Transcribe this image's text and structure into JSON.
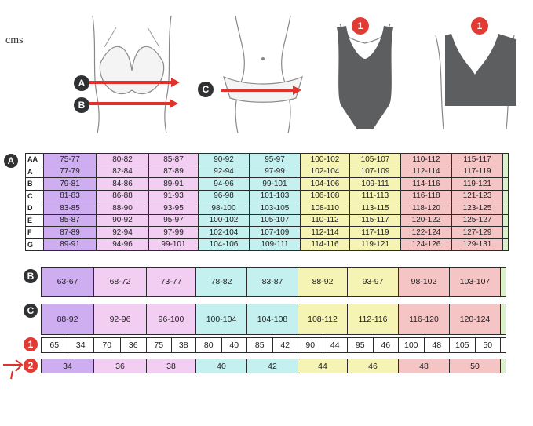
{
  "unit_label": "cms",
  "figures": {
    "bust_markers": [
      "A",
      "B"
    ],
    "hip_marker": "C",
    "swimsuit_marker": "1",
    "bra_marker": "1"
  },
  "table_a": {
    "badge": "A",
    "rows": [
      {
        "label": "AA",
        "values": [
          "75-77",
          "80-82",
          "85-87",
          "90-92",
          "95-97",
          "100-102",
          "105-107",
          "110-112",
          "115-117"
        ]
      },
      {
        "label": "A",
        "values": [
          "77-79",
          "82-84",
          "87-89",
          "92-94",
          "97-99",
          "102-104",
          "107-109",
          "112-114",
          "117-119"
        ]
      },
      {
        "label": "B",
        "values": [
          "79-81",
          "84-86",
          "89-91",
          "94-96",
          "99-101",
          "104-106",
          "109-111",
          "114-116",
          "119-121"
        ]
      },
      {
        "label": "C",
        "values": [
          "81-83",
          "86-88",
          "91-93",
          "96-98",
          "101-103",
          "106-108",
          "111-113",
          "116-118",
          "121-123"
        ]
      },
      {
        "label": "D",
        "values": [
          "83-85",
          "88-90",
          "93-95",
          "98-100",
          "103-105",
          "108-110",
          "113-115",
          "118-120",
          "123-125"
        ]
      },
      {
        "label": "E",
        "values": [
          "85-87",
          "90-92",
          "95-97",
          "100-102",
          "105-107",
          "110-112",
          "115-117",
          "120-122",
          "125-127"
        ]
      },
      {
        "label": "F",
        "values": [
          "87-89",
          "92-94",
          "97-99",
          "102-104",
          "107-109",
          "112-114",
          "117-119",
          "122-124",
          "127-129"
        ]
      },
      {
        "label": "G",
        "values": [
          "89-91",
          "94-96",
          "99-101",
          "104-106",
          "109-111",
          "114-116",
          "119-121",
          "124-126",
          "129-131"
        ]
      }
    ]
  },
  "table_b": {
    "badge": "B",
    "values": [
      "63-67",
      "68-72",
      "73-77",
      "78-82",
      "83-87",
      "88-92",
      "93-97",
      "98-102",
      "103-107"
    ]
  },
  "table_c": {
    "badge": "C",
    "values": [
      "88-92",
      "92-96",
      "96-100",
      "100-104",
      "104-108",
      "108-112",
      "112-116",
      "116-120",
      "120-124"
    ]
  },
  "row_1": {
    "badge": "1",
    "pairs": [
      [
        "65",
        "34"
      ],
      [
        "70",
        "36"
      ],
      [
        "75",
        "38"
      ],
      [
        "80",
        "40"
      ],
      [
        "85",
        "42"
      ],
      [
        "90",
        "44"
      ],
      [
        "95",
        "46"
      ],
      [
        "100",
        "48"
      ],
      [
        "105",
        "50"
      ]
    ]
  },
  "row_2": {
    "badge": "2",
    "values": [
      "34",
      "36",
      "38",
      "40",
      "42",
      "44",
      "46",
      "48",
      "50"
    ]
  },
  "colors": {
    "purple": "#ceaef0",
    "pink": "#f2cef2",
    "cyan": "#c5f0f0",
    "yellow": "#f6f4b4",
    "rose": "#f5c4c4",
    "edge_green": "#d9f2c9",
    "marker_dark": "#2f3133",
    "marker_red": "#e23b33",
    "arrow_red": "#e0312b"
  }
}
